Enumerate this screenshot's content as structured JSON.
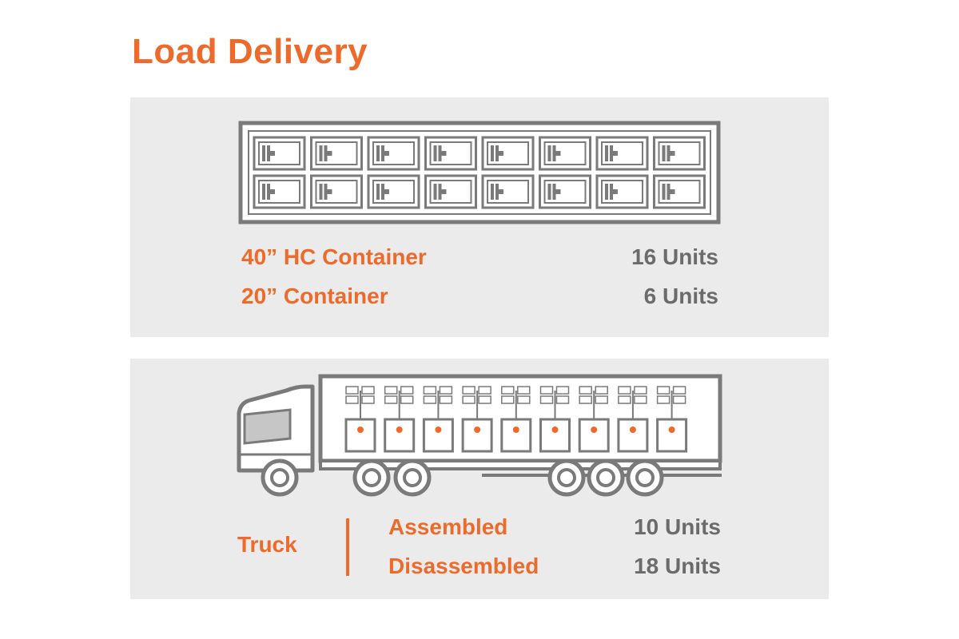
{
  "title": "Load Delivery",
  "container_section": {
    "rows": [
      {
        "label": "40” HC Container",
        "value": "16 Units"
      },
      {
        "label": "20” Container",
        "value": "6 Units"
      }
    ],
    "packed_units_shown": 16
  },
  "truck_section": {
    "label": "Truck",
    "rows": [
      {
        "label": "Assembled",
        "value": "10 Units"
      },
      {
        "label": "Disassembled",
        "value": "18 Units"
      }
    ]
  },
  "colors": {
    "accent": "#ee6a2b",
    "value_text": "#6b6b6b",
    "panel_bg": "#ebebeb",
    "line_art": "#7a7a7a",
    "truck_body": "#ffffff"
  },
  "icons": {
    "container": "shipping-container-top-view-icon",
    "truck": "semi-truck-trailer-icon",
    "unit": "packed-unit-icon"
  }
}
